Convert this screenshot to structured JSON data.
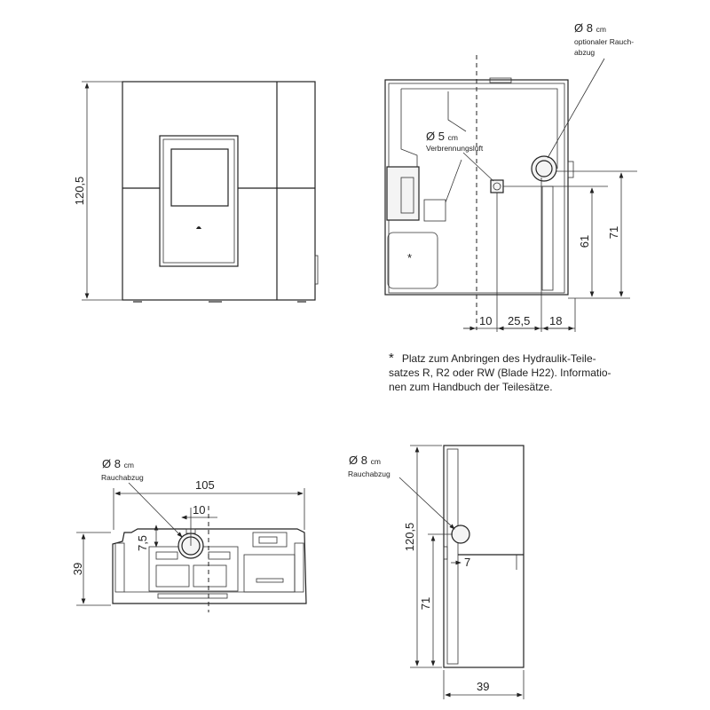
{
  "front_view": {
    "height_label": "120,5"
  },
  "rear_view": {
    "smoke_outlet_diameter": "Ø 8",
    "smoke_outlet_unit": "cm",
    "smoke_outlet_desc_1": "optionaler Rauch-",
    "smoke_outlet_desc_2": "abzug",
    "air_inlet_diameter": "Ø 5",
    "air_inlet_unit": "cm",
    "air_inlet_desc": "Verbrennungsluft",
    "marker": "*",
    "dims": {
      "h61": "61",
      "h71": "71",
      "w10": "10",
      "w25": "25,5",
      "w18": "18"
    }
  },
  "note": {
    "asterisk": "*",
    "line1": "Platz zum Anbringen des Hydraulik-Teile-",
    "line2": "satzes R, R2 oder RW (Blade H22). Informatio-",
    "line3": "nen zum Handbuch der Teilesätze."
  },
  "top_view": {
    "outlet_diameter": "Ø 8",
    "outlet_unit": "cm",
    "outlet_desc": "Rauchabzug",
    "dims": {
      "width": "105",
      "offset": "10",
      "depth": "39",
      "inset": "7,5"
    }
  },
  "side_view": {
    "outlet_diameter": "Ø 8",
    "outlet_unit": "cm",
    "outlet_desc": "Rauchabzug",
    "dims": {
      "height": "120,5",
      "outlet_height": "71",
      "depth": "39",
      "offset": "7"
    }
  }
}
